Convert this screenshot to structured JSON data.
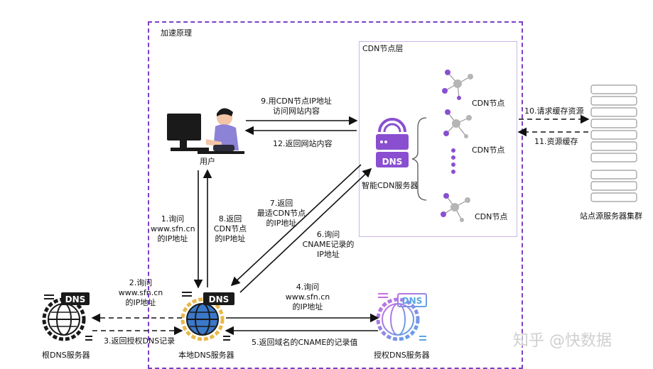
{
  "frame_title": "加速原理",
  "cdn_layer": {
    "title": "CDN节点层",
    "node_labels": [
      "CDN节点",
      "CDN节点",
      "CDN节点"
    ],
    "smart_server_label": "智能CDN服务器",
    "dns_icon_text": "DNS"
  },
  "user_label": "用户",
  "origin_cluster_label": "站点源服务器集群",
  "servers": {
    "root": {
      "label": "根DNS服务器",
      "badge": "DNS"
    },
    "local": {
      "label": "本地DNS服务器",
      "badge": "DNS"
    },
    "auth": {
      "label": "授权DNS服务器",
      "badge": "DNS"
    }
  },
  "steps": {
    "s1": [
      "1.询问",
      "www.sfn.cn",
      "的IP地址"
    ],
    "s2": [
      "2.询问",
      "www.sfn.cn",
      "的IP地址"
    ],
    "s3": "3.返回授权DNS记录",
    "s4": [
      "4.询问",
      "www.sfn.cn",
      "的IP地址"
    ],
    "s5": "5.返回域名的CNAME的记录值",
    "s6": [
      "6.询问",
      "CNAME记录的",
      "IP地址"
    ],
    "s7": [
      "7.返回",
      "最适CDN节点",
      "的IP地址"
    ],
    "s8": [
      "8.返回",
      "CDN节点",
      "的IP地址"
    ],
    "s9": [
      "9.用CDN节点IP地址",
      "访问网站内容"
    ],
    "s10": "10.请求缓存资源",
    "s11": "11.资源缓存",
    "s12": "12.返回网站内容"
  },
  "watermark": "知乎 @快数据",
  "colors": {
    "frame": "#7b3fc4",
    "node_purple": "#8a4fd0",
    "node_gray": "#b5b5b5",
    "globe_gold": "#e7b94b",
    "globe_blue": "#3a78c9",
    "auth_gradient_start": "#c86de0",
    "auth_gradient_end": "#5aa5e8"
  }
}
